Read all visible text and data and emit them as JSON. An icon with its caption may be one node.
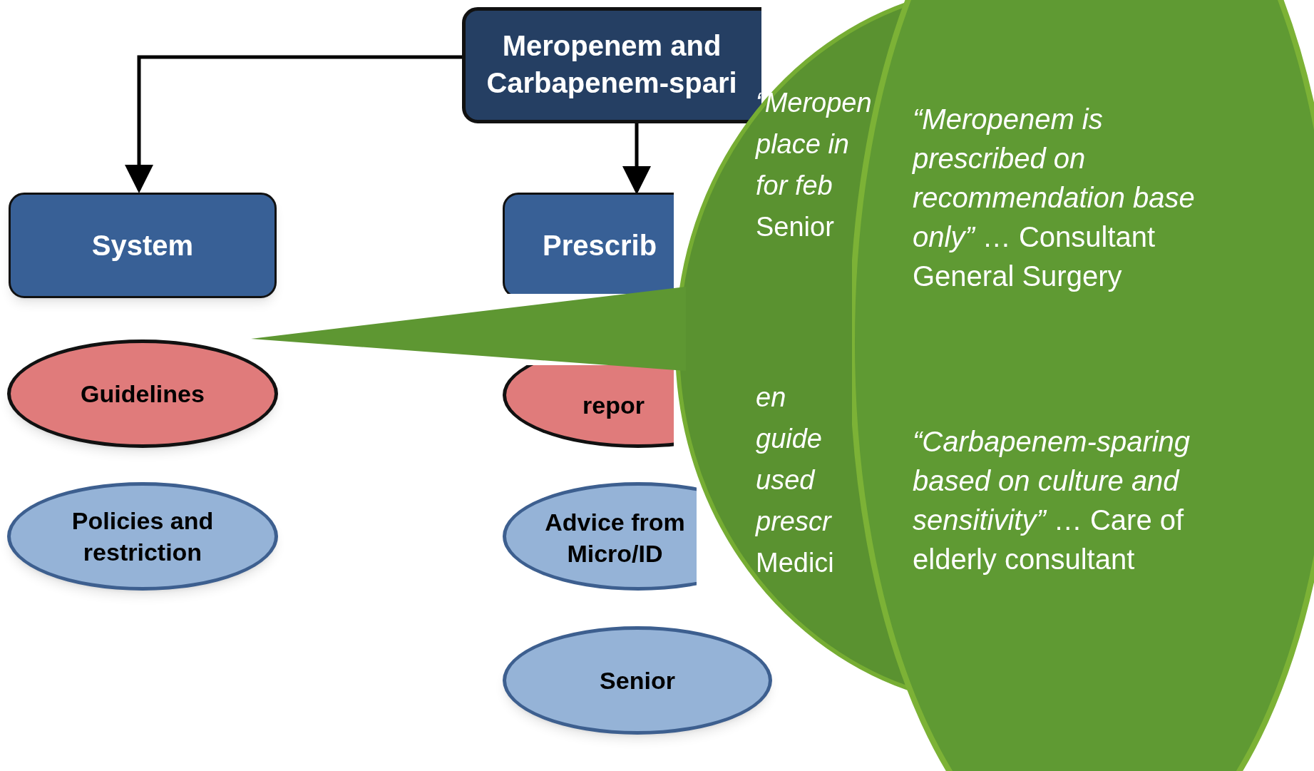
{
  "diagram": {
    "nodes": [
      {
        "text": [
          "Meropenem and Carbapenem-spari"
        ]
      },
      {
        "text": [
          "System"
        ]
      },
      {
        "text": [
          "Prescrib"
        ]
      },
      {
        "text": [
          "Guidelines"
        ]
      },
      {
        "text": [
          "repor"
        ]
      },
      {
        "text": [
          "Policies and restriction"
        ]
      },
      {
        "text": [
          "Advice from Micro/ID"
        ]
      },
      {
        "text": [
          "Senior"
        ]
      },
      {
        "text": [
          "*“Meropen place in for feb* Senior",
          "*en guide used prescr* Medici"
        ]
      },
      {
        "text": [],
        "shape": "triangle"
      },
      {
        "text": [
          "*“Meropenem is prescribed on recommendation base only”* … Consultant General Surgery",
          "*“Carbapenem-sparing based on culture and sensitivity”* … Care of elderly consultant"
        ]
      }
    ],
    "edges": [
      {
        "from": 0,
        "to": 1,
        "arrow": "to"
      },
      {
        "from": 0,
        "to": 2,
        "arrow": "to"
      }
    ]
  }
}
